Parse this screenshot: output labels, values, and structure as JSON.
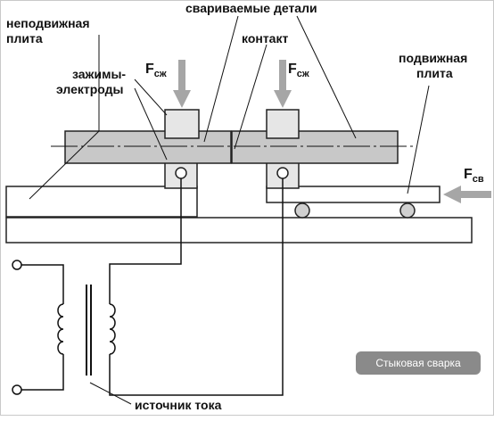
{
  "labels": {
    "fixed_plate": [
      "неподвижная",
      "плита"
    ],
    "welded_parts": "свариваемые детали",
    "contact": "контакт",
    "clamp_electrodes": [
      "зажимы-",
      "электроды"
    ],
    "movable_plate": [
      "подвижная",
      "плита"
    ],
    "current_source": "источник тока"
  },
  "forces": {
    "clamp_left": {
      "main": "F",
      "sub": "сж"
    },
    "clamp_right": {
      "main": "F",
      "sub": "сж"
    },
    "weld": {
      "main": "F",
      "sub": "св"
    }
  },
  "badge": "Стыковая сварка",
  "colors": {
    "part_fill": "#c8c8c8",
    "electrode_fill": "#e6e6e6",
    "arrow": "#a6a6a6",
    "line": "#111111",
    "badge_bg": "#8a8a8a"
  }
}
